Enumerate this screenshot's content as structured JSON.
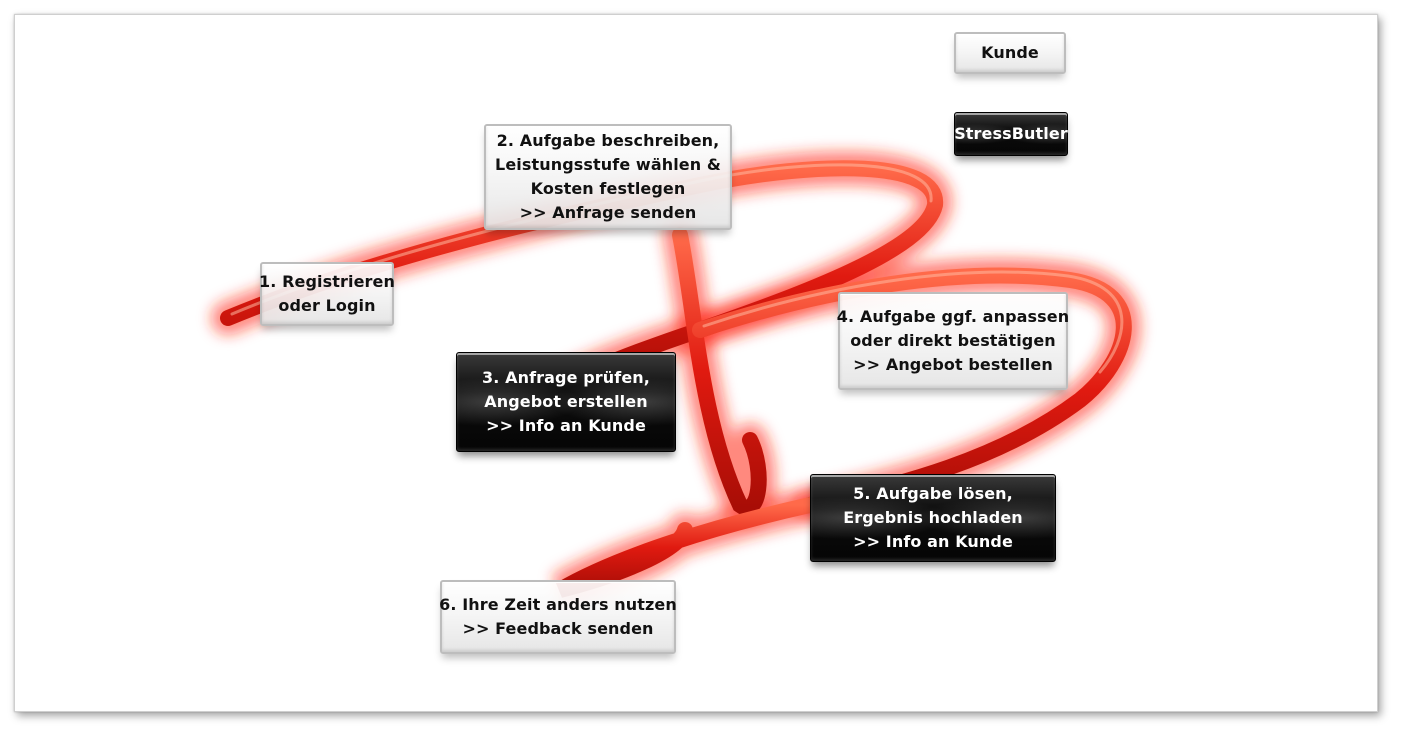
{
  "legend": {
    "customer_label": "Kunde",
    "provider_label": "StressButler"
  },
  "steps": [
    {
      "id": 1,
      "owner": "Kunde",
      "lines": [
        "1. Registrieren",
        "oder Login"
      ]
    },
    {
      "id": 2,
      "owner": "Kunde",
      "lines": [
        "2. Aufgabe beschreiben,",
        "Leistungsstufe wählen &",
        "Kosten festlegen",
        ">> Anfrage senden"
      ]
    },
    {
      "id": 3,
      "owner": "StressButler",
      "lines": [
        "3. Anfrage prüfen,",
        "Angebot erstellen",
        ">> Info an Kunde"
      ]
    },
    {
      "id": 4,
      "owner": "Kunde",
      "lines": [
        "4. Aufgabe ggf. anpassen",
        "oder direkt bestätigen",
        ">> Angebot bestellen"
      ]
    },
    {
      "id": 5,
      "owner": "StressButler",
      "lines": [
        "5. Aufgabe lösen,",
        "Ergebnis hochladen",
        ">> Info an Kunde"
      ]
    },
    {
      "id": 6,
      "owner": "Kunde",
      "lines": [
        "6. Ihre Zeit anders nutzen",
        ">> Feedback senden"
      ]
    }
  ],
  "colors": {
    "ribbon": "#e8241a",
    "ribbon_glow": "#ff3b2a",
    "customer_box": "#f2f2f2",
    "provider_box": "#0a0a0a"
  }
}
